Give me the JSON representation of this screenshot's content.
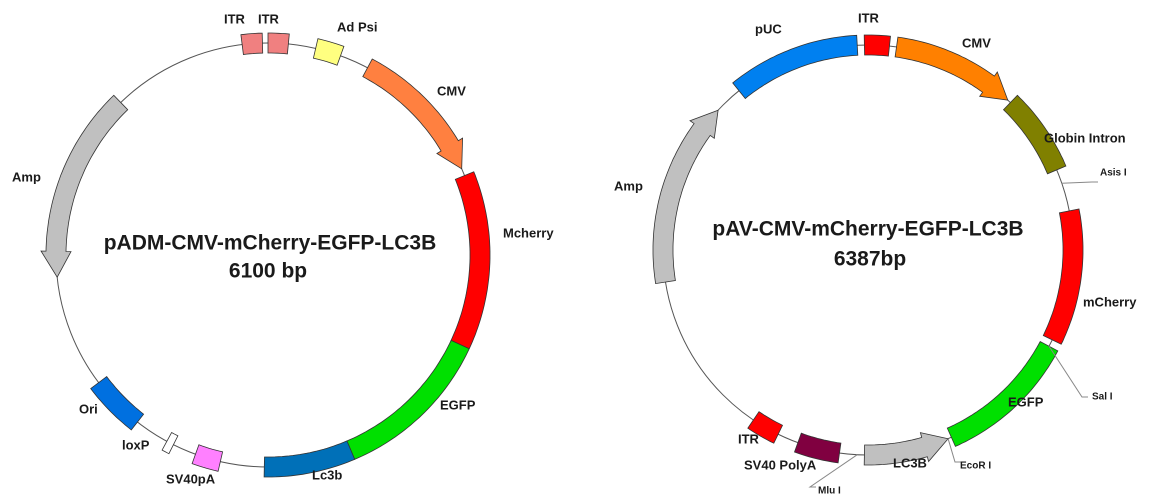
{
  "maps": [
    {
      "name": "pADM-CMV-mCherry-EGFP-LC3B",
      "size": "6100 bp",
      "features": [
        {
          "label": "ITR",
          "color": "#f08080"
        },
        {
          "label": "ITR",
          "color": "#f08080"
        },
        {
          "label": "Ad Psi",
          "color": "#ffff80"
        },
        {
          "label": "CMV",
          "color": "#ff8040"
        },
        {
          "label": "Mcherry",
          "color": "#ff0000"
        },
        {
          "label": "EGFP",
          "color": "#00e000"
        },
        {
          "label": "Lc3b",
          "color": "#0070b8"
        },
        {
          "label": "SV40pA",
          "color": "#ff80ff"
        },
        {
          "label": "loxP",
          "color": "#ffffff"
        },
        {
          "label": "Ori",
          "color": "#0070e0"
        },
        {
          "label": "Amp",
          "color": "#c0c0c0"
        }
      ]
    },
    {
      "name": "pAV-CMV-mCherry-EGFP-LC3B",
      "size": "6387bp",
      "features": [
        {
          "label": "pUC",
          "color": "#0080f0"
        },
        {
          "label": "ITR",
          "color": "#ff0000"
        },
        {
          "label": "CMV",
          "color": "#ff8000"
        },
        {
          "label": "Globin Intron",
          "color": "#808000"
        },
        {
          "label": "mCherry",
          "color": "#ff0000"
        },
        {
          "label": "EGFP",
          "color": "#00e000"
        },
        {
          "label": "LC3B",
          "color": "#c0c0c0"
        },
        {
          "label": "SV40 PolyA",
          "color": "#800040"
        },
        {
          "label": "ITR",
          "color": "#ff0000"
        },
        {
          "label": "Amp",
          "color": "#c0c0c0"
        }
      ],
      "sites": [
        "Asis I",
        "Sal I",
        "EcoR I",
        "Mlu I"
      ]
    }
  ]
}
